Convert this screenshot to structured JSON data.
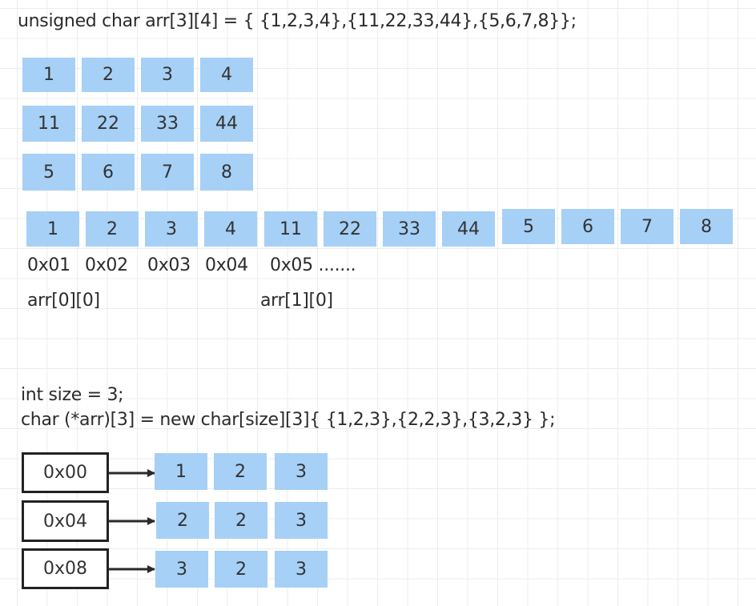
{
  "decl_2d": "unsigned char arr[3][4] = { {1,2,3,4},{11,22,33,44},{5,6,7,8}};",
  "grid": [
    [
      "1",
      "2",
      "3",
      "4"
    ],
    [
      "11",
      "22",
      "33",
      "44"
    ],
    [
      "5",
      "6",
      "7",
      "8"
    ]
  ],
  "flat": [
    "1",
    "2",
    "3",
    "4",
    "11",
    "22",
    "33",
    "44",
    "5",
    "6",
    "7",
    "8"
  ],
  "addresses": [
    "0x01",
    "0x02",
    "0x03",
    "0x04",
    "0x05 ......."
  ],
  "label_arr00": "arr[0][0]",
  "label_arr10": "arr[1][0]",
  "decl_size": "int size = 3;",
  "decl_ptr": "char (*arr)[3] = new char[size][3]{ {1,2,3},{2,2,3},{3,2,3} };",
  "pointers": [
    "0x00",
    "0x04",
    "0x08"
  ],
  "ptr_rows": [
    [
      "1",
      "2",
      "3"
    ],
    [
      "2",
      "2",
      "3"
    ],
    [
      "3",
      "2",
      "3"
    ]
  ],
  "colors": {
    "cell": "#a6d0f6",
    "border": "#222222",
    "grid": "#ececec"
  }
}
